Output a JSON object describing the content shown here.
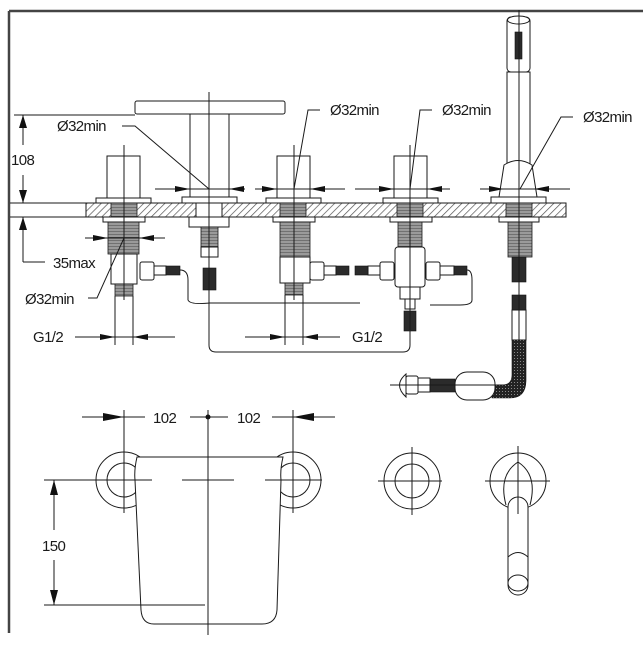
{
  "drawing": {
    "title": "Deck-mounted bath/shower mixer installation diagram",
    "colors": {
      "line": "#1a1a1a",
      "frame": "#444444",
      "deck_hatch": "#555555",
      "background": "#ffffff"
    },
    "front_view": {
      "dimensions": {
        "height": "108",
        "max_deck_thickness": "35max",
        "thread_left": "G1/2",
        "thread_right": "G1/2"
      },
      "hole_callouts": [
        "Ø32min",
        "Ø32min",
        "Ø32min",
        "Ø32min",
        "Ø32min"
      ]
    },
    "top_view": {
      "dimensions": {
        "spacing_left": "102",
        "spacing_right": "102",
        "spout_projection": "150"
      }
    }
  }
}
